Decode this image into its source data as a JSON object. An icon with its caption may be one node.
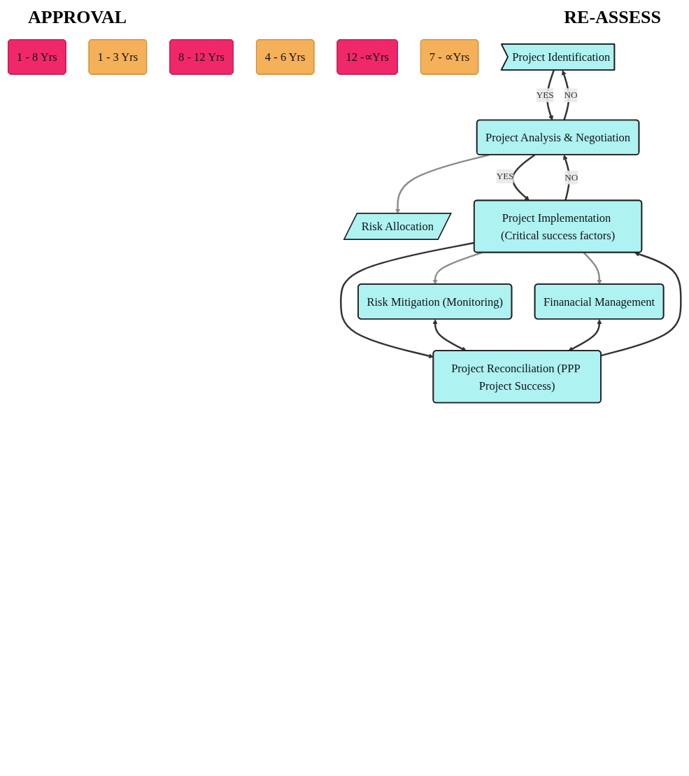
{
  "diagram": {
    "nodes": [
      {
        "text": [
          "1 - 8 Yrs"
        ]
      },
      {
        "text": [
          "1 - 3 Yrs"
        ]
      },
      {
        "text": [
          "8 - 12 Yrs"
        ]
      },
      {
        "text": [
          "4 - 6 Yrs"
        ]
      },
      {
        "text": [
          "12 -∝Yrs"
        ]
      },
      {
        "text": [
          "7 - ∝Yrs"
        ]
      },
      {
        "text": [
          "Project Identification"
        ]
      },
      {
        "text": [
          "Project Analysis & Negotiation"
        ]
      },
      {
        "text": [
          "Risk Allocation"
        ]
      },
      {
        "text": [
          "Project Implementation (Critical success factors)"
        ]
      },
      {
        "text": [
          "Risk Mitigation (Monitoring)"
        ]
      },
      {
        "text": [
          "Finanacial Management"
        ]
      },
      {
        "text": [
          "Project Reconciliation (PPP Project Success)"
        ]
      }
    ],
    "edges": [
      {
        "from": 6,
        "to": 7,
        "arrow": "to",
        "label": "YES"
      },
      {
        "from": 7,
        "to": 6,
        "arrow": "to",
        "label": "NO"
      },
      {
        "from": 7,
        "to": 8,
        "arrow": "to",
        "color": "#8c8c8c"
      },
      {
        "from": 7,
        "to": 9,
        "arrow": "to",
        "label": "YES"
      },
      {
        "from": 9,
        "to": 7,
        "arrow": "to",
        "label": "NO"
      },
      {
        "from": 9,
        "to": 10,
        "arrow": "to",
        "color": "#8c8c8c"
      },
      {
        "from": 9,
        "to": 11,
        "arrow": "to",
        "color": "#8c8c8c"
      },
      {
        "from": 9,
        "to": 12,
        "arrow": "to"
      },
      {
        "from": 12,
        "to": 9,
        "arrow": "to"
      },
      {
        "from": 10,
        "to": 12,
        "arrow": "both"
      },
      {
        "from": 11,
        "to": 12,
        "arrow": "both"
      }
    ],
    "labels": [
      "APPROVAL",
      "RE-ASSESS"
    ]
  }
}
